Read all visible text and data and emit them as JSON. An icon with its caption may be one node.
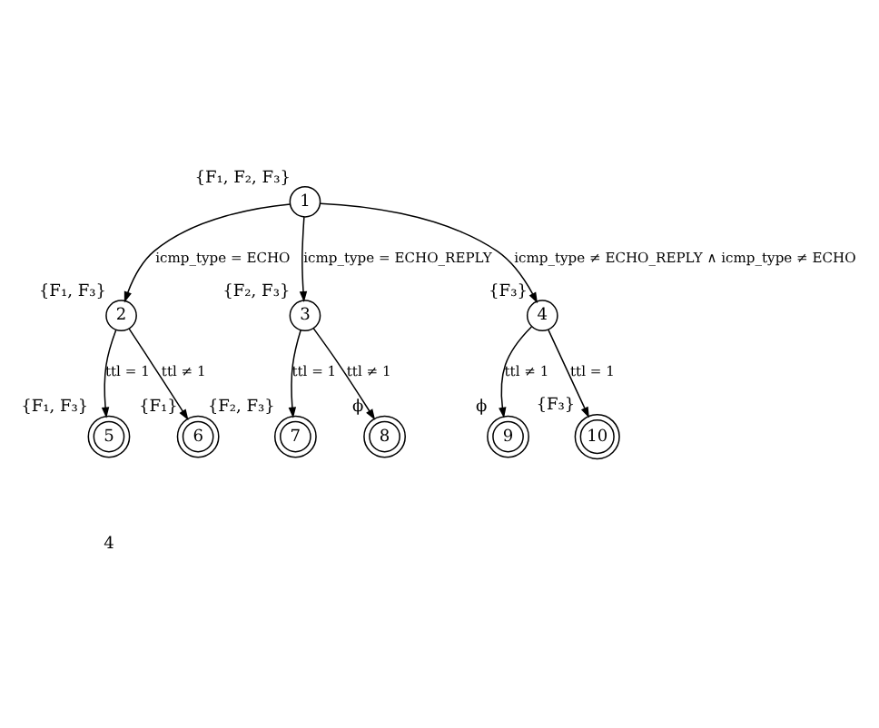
{
  "diagram": {
    "nodes": [
      {
        "text": [
          "1"
        ],
        "beside": [
          "{F₁, F₂, F₃}"
        ]
      },
      {
        "text": [
          "2"
        ],
        "beside": [
          "{F₁, F₃}"
        ]
      },
      {
        "text": [
          "3"
        ],
        "beside": [
          "{F₂, F₃}"
        ]
      },
      {
        "text": [
          "4"
        ],
        "beside": [
          "{F₃}"
        ]
      },
      {
        "text": [
          "5"
        ],
        "beside": [
          "{F₁, F₃}"
        ]
      },
      {
        "text": [
          "6"
        ],
        "beside": [
          "{F₁}"
        ]
      },
      {
        "text": [
          "7"
        ],
        "beside": [
          "{F₂, F₃}"
        ]
      },
      {
        "text": [
          "8"
        ],
        "beside": [
          "ϕ"
        ]
      },
      {
        "text": [
          "9"
        ],
        "beside": [
          "ϕ"
        ]
      },
      {
        "text": [
          "10"
        ],
        "beside": [
          "{F₃}"
        ]
      }
    ],
    "edges": [
      {
        "from": 0,
        "to": 1,
        "arrow": "to",
        "label": "icmp_type = ECHO"
      },
      {
        "from": 0,
        "to": 2,
        "arrow": "to",
        "label": "icmp_type = ECHO_REPLY"
      },
      {
        "from": 0,
        "to": 3,
        "arrow": "to",
        "label": "icmp_type ≠ ECHO_REPLY ∧ icmp_type ≠ ECHO"
      },
      {
        "from": 1,
        "to": 4,
        "arrow": "to",
        "label": "ttl = 1"
      },
      {
        "from": 1,
        "to": 5,
        "arrow": "to",
        "label": "ttl ≠ 1"
      },
      {
        "from": 2,
        "to": 6,
        "arrow": "to",
        "label": "ttl = 1"
      },
      {
        "from": 2,
        "to": 7,
        "arrow": "to",
        "label": "ttl ≠ 1"
      },
      {
        "from": 3,
        "to": 8,
        "arrow": "to",
        "label": "ttl ≠ 1"
      },
      {
        "from": 3,
        "to": 9,
        "arrow": "to",
        "label": "ttl = 1"
      }
    ],
    "labels": [
      "4"
    ]
  }
}
